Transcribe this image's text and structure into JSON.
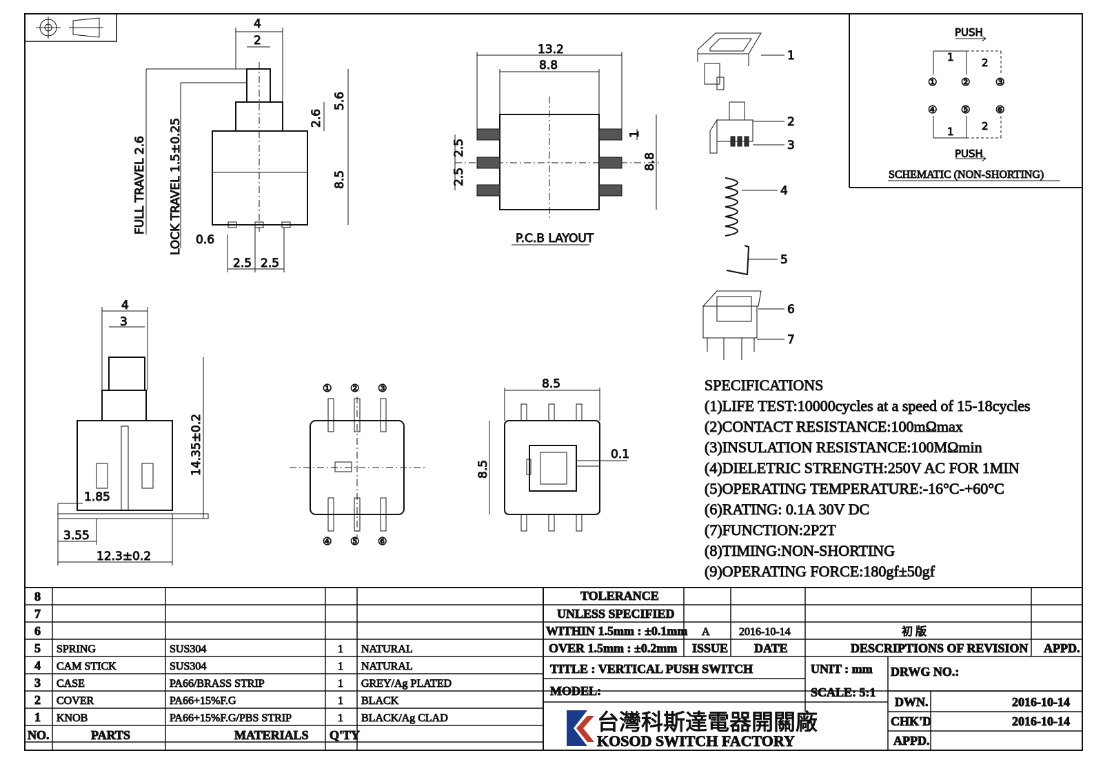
{
  "views": {
    "top_left": {
      "dim_width": "4",
      "dim_stem": "2",
      "dim_stem_height": "5.6",
      "dim_lock_offset": "2.6",
      "dim_body_height": "8.5",
      "label_full_travel": "FULL TRAVEL 2.6",
      "label_lock_travel": "LOCK TRAVEL 1.5±0.25",
      "dim_pin_width": "0.6",
      "dim_pitch_left": "2.5",
      "dim_pitch_right": "2.5"
    },
    "pcb": {
      "dim_outer": "13.2",
      "dim_inner": "8.8",
      "dim_pad_a": "2.5",
      "dim_pad_b": "2.5",
      "dim_pad_thickness": "1",
      "dim_height": "8.8",
      "label": "P.C.B LAYOUT"
    },
    "side": {
      "dim_width": "4",
      "dim_stem": "3",
      "dim_height": "14.35±0.2",
      "dim_pin_offset": "1.85",
      "dim_foot": "3.55",
      "dim_length": "12.3±0.2"
    },
    "bottom": {
      "pins_top": [
        "①",
        "②",
        "③"
      ],
      "pins_bottom": [
        "④",
        "⑤",
        "⑥"
      ]
    },
    "top": {
      "dim_width": "8.5",
      "dim_height": "8.5",
      "dim_gap": "0.1"
    }
  },
  "exploded_parts": [
    "1",
    "2",
    "3",
    "4",
    "5",
    "6",
    "7"
  ],
  "schematic": {
    "push_top": "PUSH",
    "push_bottom": "PUSH",
    "pins_top": [
      "①",
      "②",
      "③"
    ],
    "pins_bottom": [
      "④",
      "⑤",
      "⑥"
    ],
    "contact_1": "1",
    "contact_2": "2",
    "title": "SCHEMATIC (NON-SHORTING)"
  },
  "specifications": {
    "heading": "SPECIFICATIONS",
    "items": [
      "(1)LIFE TEST:10000cycles at a speed of 15-18cycles",
      "(2)CONTACT RESISTANCE:100mΩmax",
      "(3)INSULATION RESISTANCE:100MΩmin",
      "(4)DIELETRIC STRENGTH:250V AC FOR 1MIN",
      "(5)OPERATING TEMPERATURE:-16°C-+60°C",
      "(6)RATING: 0.1A 30V DC",
      "(7)FUNCTION:2P2T",
      "(8)TIMING:NON-SHORTING",
      "(9)OPERATING FORCE:180gf±50gf"
    ]
  },
  "parts_table": {
    "headers": [
      "NO.",
      "PARTS",
      "MATERIALS",
      "Q'TY"
    ],
    "rows": [
      {
        "no": "8",
        "part": "",
        "material": "",
        "qty": "",
        "finish": ""
      },
      {
        "no": "7",
        "part": "",
        "material": "",
        "qty": "",
        "finish": ""
      },
      {
        "no": "6",
        "part": "",
        "material": "",
        "qty": "",
        "finish": ""
      },
      {
        "no": "5",
        "part": "SPRING",
        "material": "SUS304",
        "qty": "1",
        "finish": "NATURAL"
      },
      {
        "no": "4",
        "part": "CAM STICK",
        "material": "SUS304",
        "qty": "1",
        "finish": "NATURAL"
      },
      {
        "no": "3",
        "part": "CASE",
        "material": "PA66/BRASS STRIP",
        "qty": "1",
        "finish": "GREY/Ag PLATED"
      },
      {
        "no": "2",
        "part": "COVER",
        "material": "PA66+15%F.G",
        "qty": "1",
        "finish": "BLACK"
      },
      {
        "no": "1",
        "part": "KNOB",
        "material": "PA66+15%F.G/PBS STRIP",
        "qty": "1",
        "finish": "BLACK/Ag CLAD"
      }
    ]
  },
  "title_block": {
    "tolerance_line1": "TOLERANCE",
    "tolerance_line2": "UNLESS  SPECIFIED",
    "within": "WITHIN 1.5mm : ±0.1mm",
    "over": "OVER 1.5mm : ±0.2mm",
    "issue_value": "A",
    "date_value": "2016-10-14",
    "revision_desc": "初  版",
    "issue_label": "ISSUE",
    "date_label": "DATE",
    "desc_label": "DESCRIPTIONS OF REVISION",
    "appd_label": "APPD.",
    "title": "TITLE :  VERTICAL PUSH SWITCH",
    "unit": "UNIT :  mm",
    "drwg_no": "DRWG NO.:",
    "model": "MODEL:",
    "scale": "SCALE:  5:1",
    "dwn_label": "DWN.",
    "dwn_date": "2016-10-14",
    "chkd_label": "CHK'D",
    "chkd_date": "2016-10-14",
    "appd2_label": "APPD.",
    "company_cn": "台灣科斯達電器開關廠",
    "company_en": "KOSOD SWITCH FACTORY"
  }
}
